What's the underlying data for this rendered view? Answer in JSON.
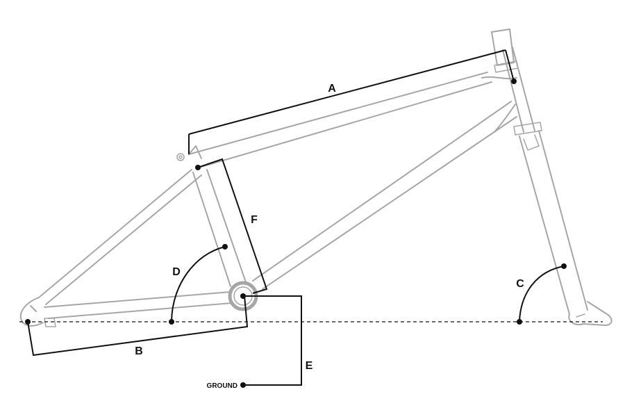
{
  "labels": {
    "a": "A",
    "b": "B",
    "c": "C",
    "d": "D",
    "e": "E",
    "f": "F",
    "ground": "GROUND"
  },
  "colors": {
    "frame": "#a6a6a6",
    "dimension": "#111111",
    "background": "#ffffff"
  }
}
